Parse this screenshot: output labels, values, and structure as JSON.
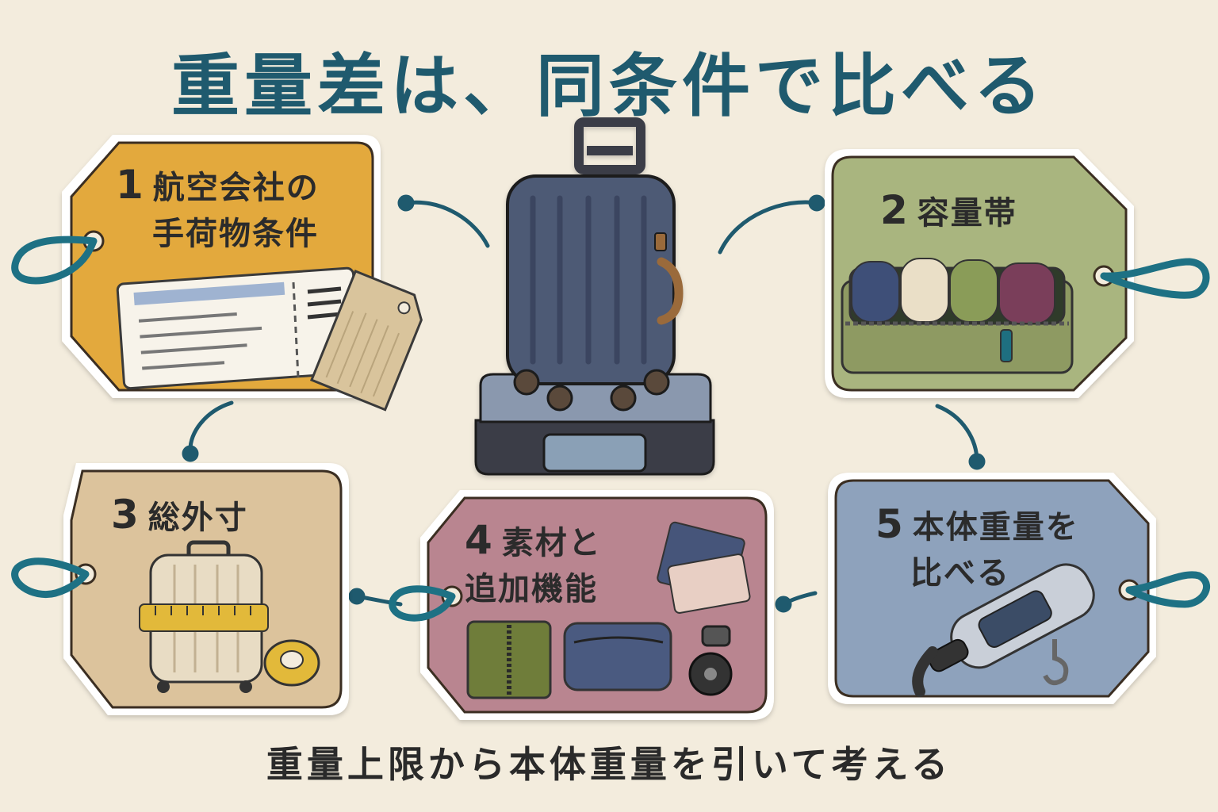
{
  "title": "重量差は、同条件で比べる",
  "footer": "重量上限から本体重量を引いて考える",
  "steps": [
    {
      "number": "1",
      "line1": "航空会社の",
      "line2": "手荷物条件"
    },
    {
      "number": "2",
      "line1": "容量帯",
      "line2": ""
    },
    {
      "number": "3",
      "line1": "総外寸",
      "line2": ""
    },
    {
      "number": "4",
      "line1": "素材と",
      "line2": "追加機能"
    },
    {
      "number": "5",
      "line1": "本体重量を",
      "line2": "比べる"
    }
  ],
  "colors": {
    "background": "#f3ecdd",
    "title": "#1f5a6e",
    "connector": "#1f5a6e",
    "tag1": "#e3a93e",
    "tag2": "#a9b57f",
    "tag3": "#dcc39c",
    "tag4": "#b98590",
    "tag5": "#8ea2bc"
  }
}
